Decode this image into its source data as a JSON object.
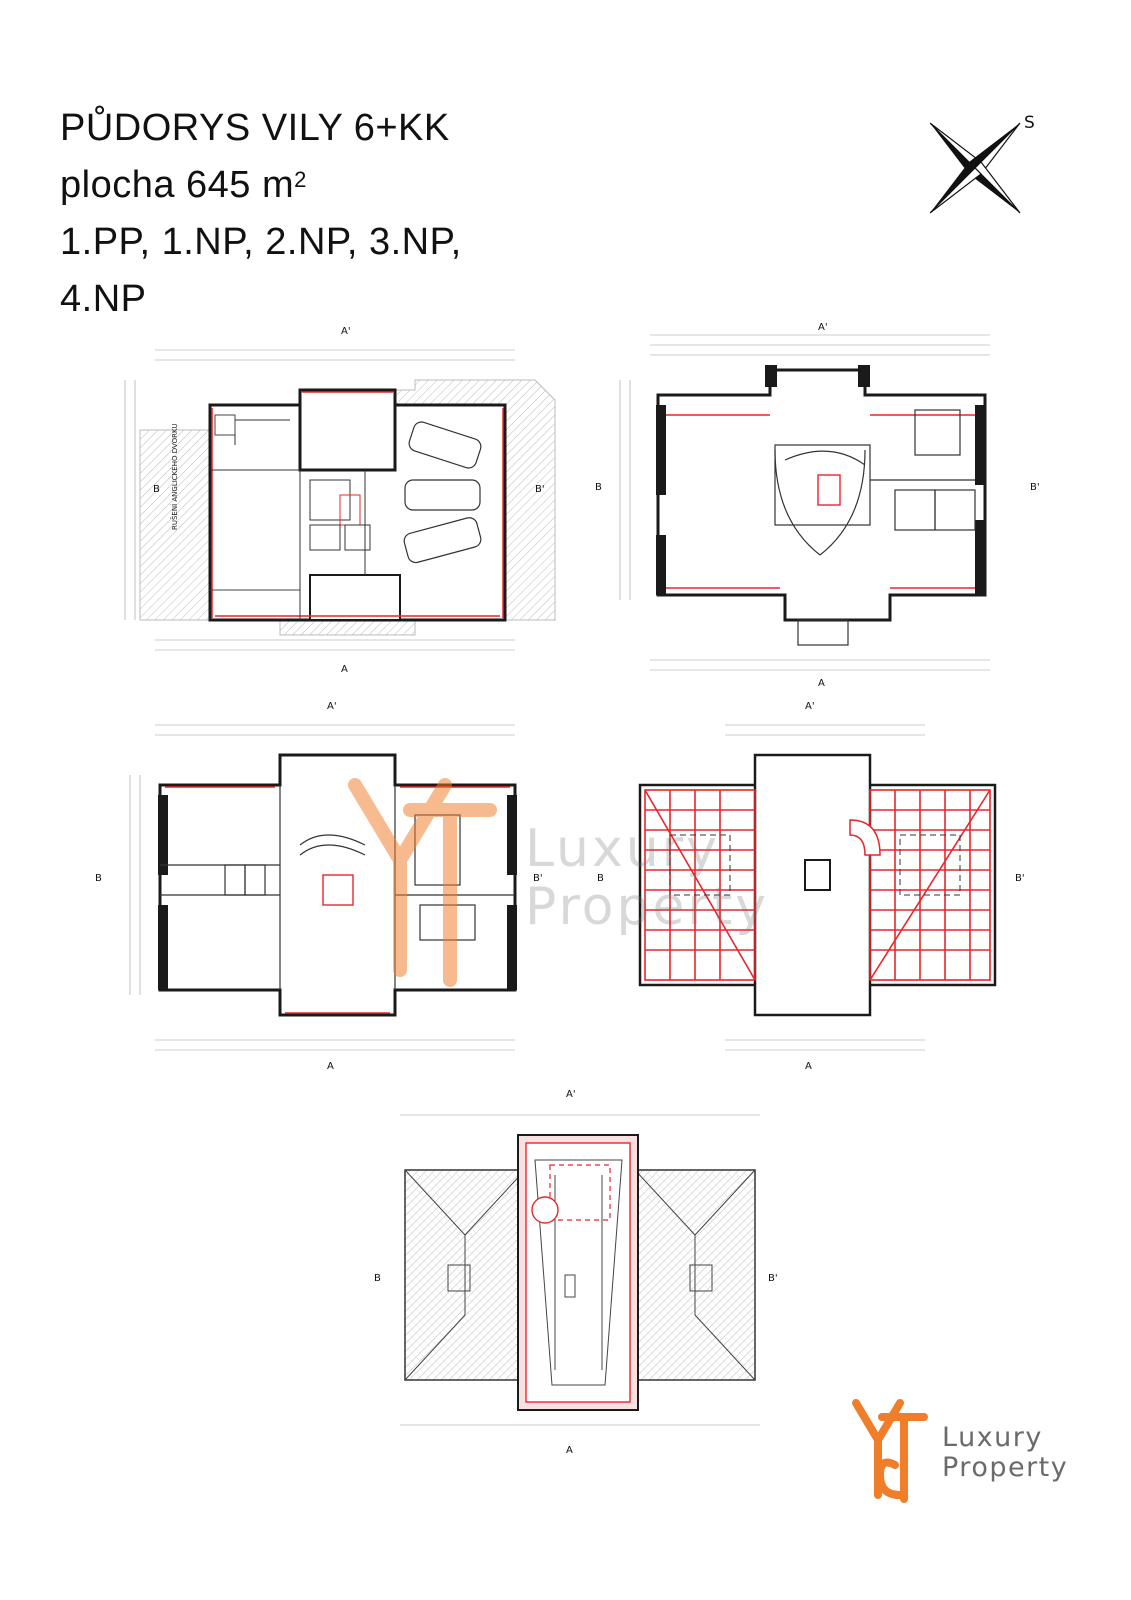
{
  "title": {
    "line1": "PŮDORYS VILY 6+KK",
    "line2_prefix": "plocha 645 m",
    "line2_sup": "2",
    "line3": "1.PP, 1.NP, 2.NP, 3.NP,",
    "line4": "4.NP"
  },
  "compass": {
    "label": "S"
  },
  "section_marks": {
    "a": "A",
    "a_prime": "A'",
    "b": "B",
    "b_prime": "B'"
  },
  "brand": {
    "line1": "Luxury",
    "line2": "Property"
  },
  "watermark": {
    "line1": "Luxury",
    "line2": "Property"
  },
  "colors": {
    "accent_red": "#e8262a",
    "brand_orange": "#f07d2a",
    "brand_grey": "#6b6b6b",
    "wall": "#1a1a1a"
  }
}
